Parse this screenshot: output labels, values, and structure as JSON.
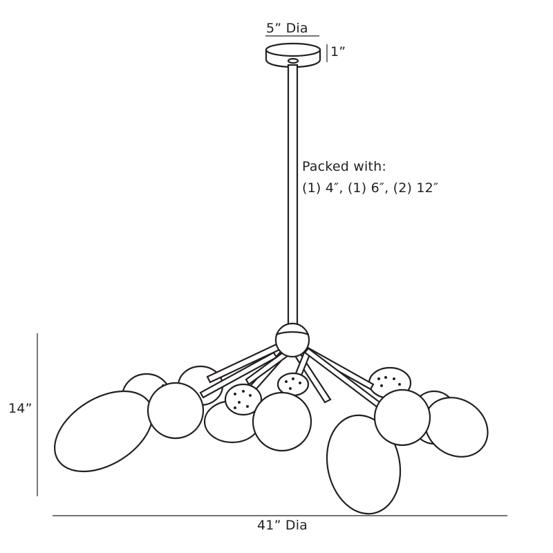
{
  "dimensions": {
    "canopy_diameter": "5” Dia",
    "canopy_height": "1”",
    "height": "14”",
    "overall_diameter": "41” Dia"
  },
  "note": {
    "line1": "Packed with:",
    "line2": "(1) 4″, (1) 6″, (2) 12″"
  },
  "colors": {
    "line": "#231f20",
    "background": "#ffffff"
  }
}
